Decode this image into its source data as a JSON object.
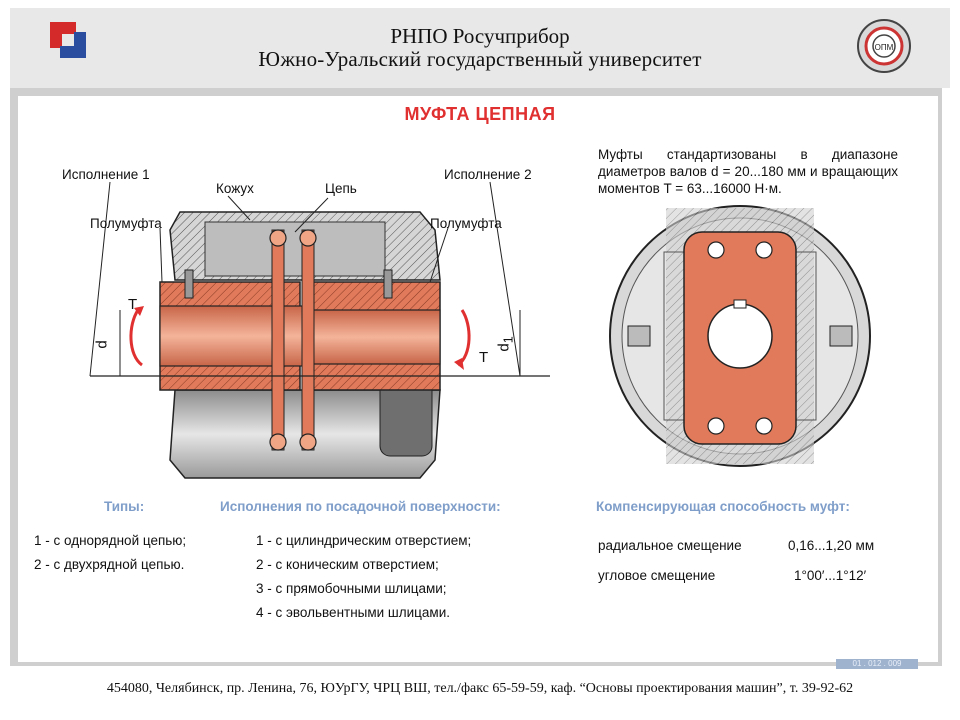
{
  "header": {
    "line1": "РНПО  Росучприбор",
    "line2": "Южно-Уральский государственный университет",
    "logo_right_text": "ОПМ"
  },
  "title": "МУФТА  ЦЕПНАЯ",
  "drawing_labels": {
    "variant1": "Исполнение 1",
    "variant2": "Исполнение 2",
    "casing": "Кожух",
    "chain": "Цепь",
    "half_coupling_left": "Полумуфта",
    "half_coupling_right": "Полумуфта",
    "torque_left": "T",
    "torque_right": "T",
    "diameter_left": "d",
    "diameter_right": "d",
    "diameter_right_sub": "1"
  },
  "standard_note": "Муфты стандартизованы в диапазоне диаметров валов d = 20...180 мм и вращающих моментов T = 63...16000 Н·м.",
  "types": {
    "heading": "Типы:",
    "items": [
      "1 - с однорядной цепью;",
      "2 - с двухрядной цепью."
    ]
  },
  "variants": {
    "heading": "Исполнения по посадочной поверхности:",
    "items": [
      "1 - с цилиндрическим отверстием;",
      "2 - с коническим отверстием;",
      "3 - с прямобочными шлицами;",
      "4 - с эвольвентными шлицами."
    ]
  },
  "compensation": {
    "heading": "Компенсирующая способность муфт:",
    "rows": [
      {
        "label": "радиальное смещение",
        "value": "0,16...1,20 мм"
      },
      {
        "label": "угловое смещение",
        "value": "1°00′...1°12′"
      }
    ]
  },
  "plate_code": "01 . 012 . 009",
  "footer": "454080, Челябинск, пр. Ленина, 76, ЮУрГУ, ЧРЦ ВШ, тел./факс 65-59-59, каф. “Основы проектирования машин”, т. 39-92-62",
  "colors": {
    "accent_red": "#e03030",
    "section_heading_blue": "#7f9ec9",
    "copper": "#e07a5a",
    "copper_dark": "#b4533a",
    "steel": "#c8c8c8"
  }
}
